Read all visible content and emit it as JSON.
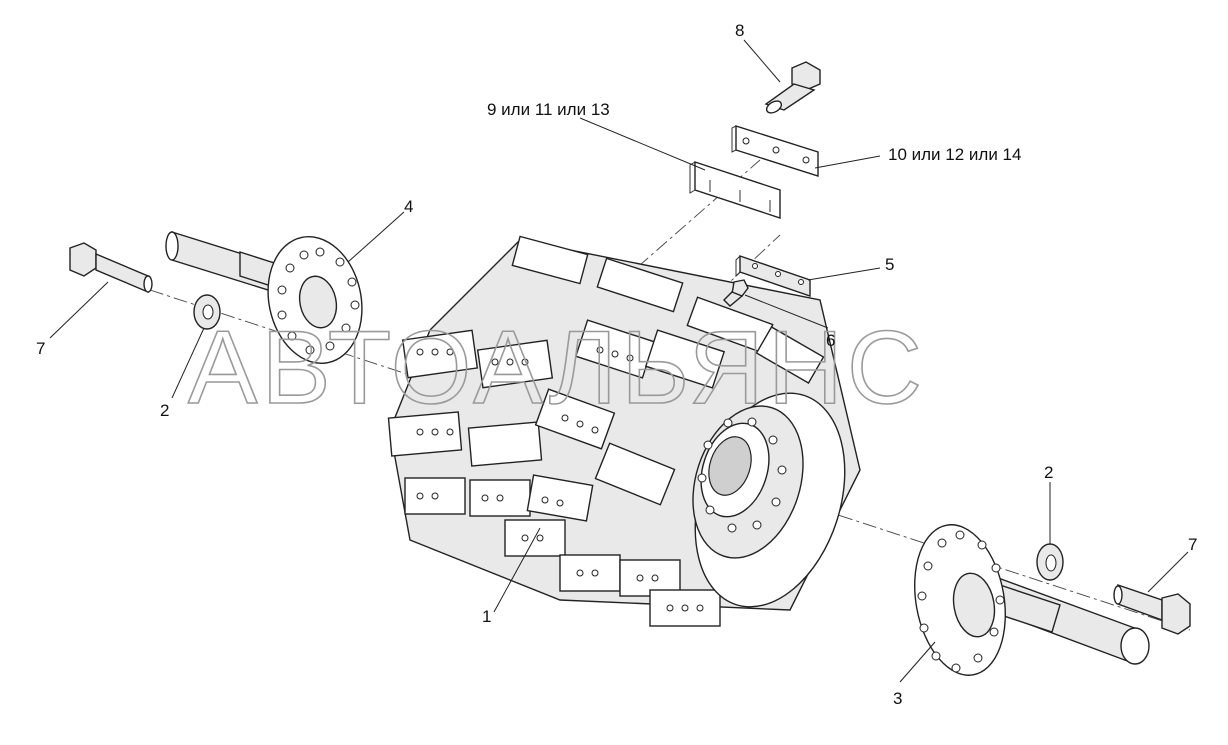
{
  "labels": {
    "l1": "1",
    "l2a": "2",
    "l2b": "2",
    "l3": "3",
    "l4": "4",
    "l5": "5",
    "l6": "6",
    "l7a": "7",
    "l7b": "7",
    "l8": "8",
    "l9": "9 или 11 или 13",
    "l10": "10 или 12 или 14"
  },
  "watermark": "АВТОАЛЬЯНС"
}
